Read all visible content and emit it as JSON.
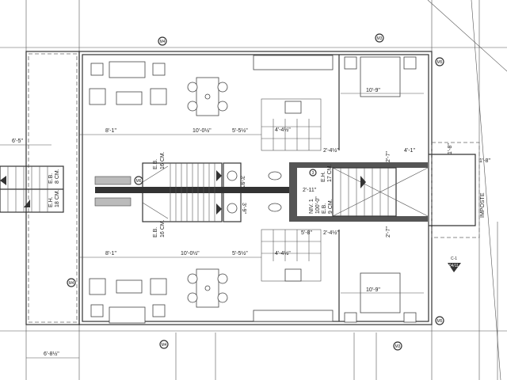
{
  "title": "Floor plan - duplex units with central stair",
  "dimensions": {
    "top_living_width": "8'-1\"",
    "top_dining_width": "10'-0½\"",
    "top_kitchen_width": "5'-5½\"",
    "bottom_living_width": "8'-1\"",
    "bottom_dining_width": "10'-0½\"",
    "bottom_kitchen_width": "5'-5½\"",
    "balcony_top": "6'-5\"",
    "balcony_bottom": "6'-8½\"",
    "kitchen_top": "4'-4½\"",
    "kitchen_bottom": "4'-4½\"",
    "bath_top": "3'-9\"",
    "bath_bottom": "3'-9\"",
    "stair_landing": "2'-11\"",
    "stair_bottom": "5'-8\"",
    "corridor_top_a": "2'-4½\"",
    "corridor_bottom_a": "2'-4½\"",
    "corridor_top_b": "4'-1\"",
    "corridor_top_c": "2'-7\"",
    "corridor_bottom_c": "2'-7\"",
    "bedroom_top": "10'-9\"",
    "bedroom_bottom": "10'-9\"",
    "vest_a": "1'-8\"",
    "vest_b": "1'-8\""
  },
  "notes": {
    "eb_top": "E.B.\n16 CM.",
    "eb_top_l1": "E.B.",
    "eb_top_l2": "16 CM.",
    "eb_bottom_l1": "E.B.",
    "eb_bottom_l2": "16 CM.",
    "ext_eb_l1": "E.B.",
    "ext_eb_l2": "8 CM.",
    "ext_eh_l1": "E.H.",
    "ext_eh_l2": "18 CM.",
    "eh_l1": "E.H.",
    "eh_l2": "17 CM.",
    "niv_l1": "NIV. 1",
    "niv_l2": "100'-0\"",
    "eb9_l1": "E.B.",
    "eb9_l2": "9 CM.",
    "imposte": "IMPOSTE",
    "section": "C-1",
    "section_sheet": "04/11"
  },
  "tags": {
    "m4": "M4",
    "m3": "M3",
    "m5": "M5",
    "m6": "M6",
    "n3": "3"
  }
}
